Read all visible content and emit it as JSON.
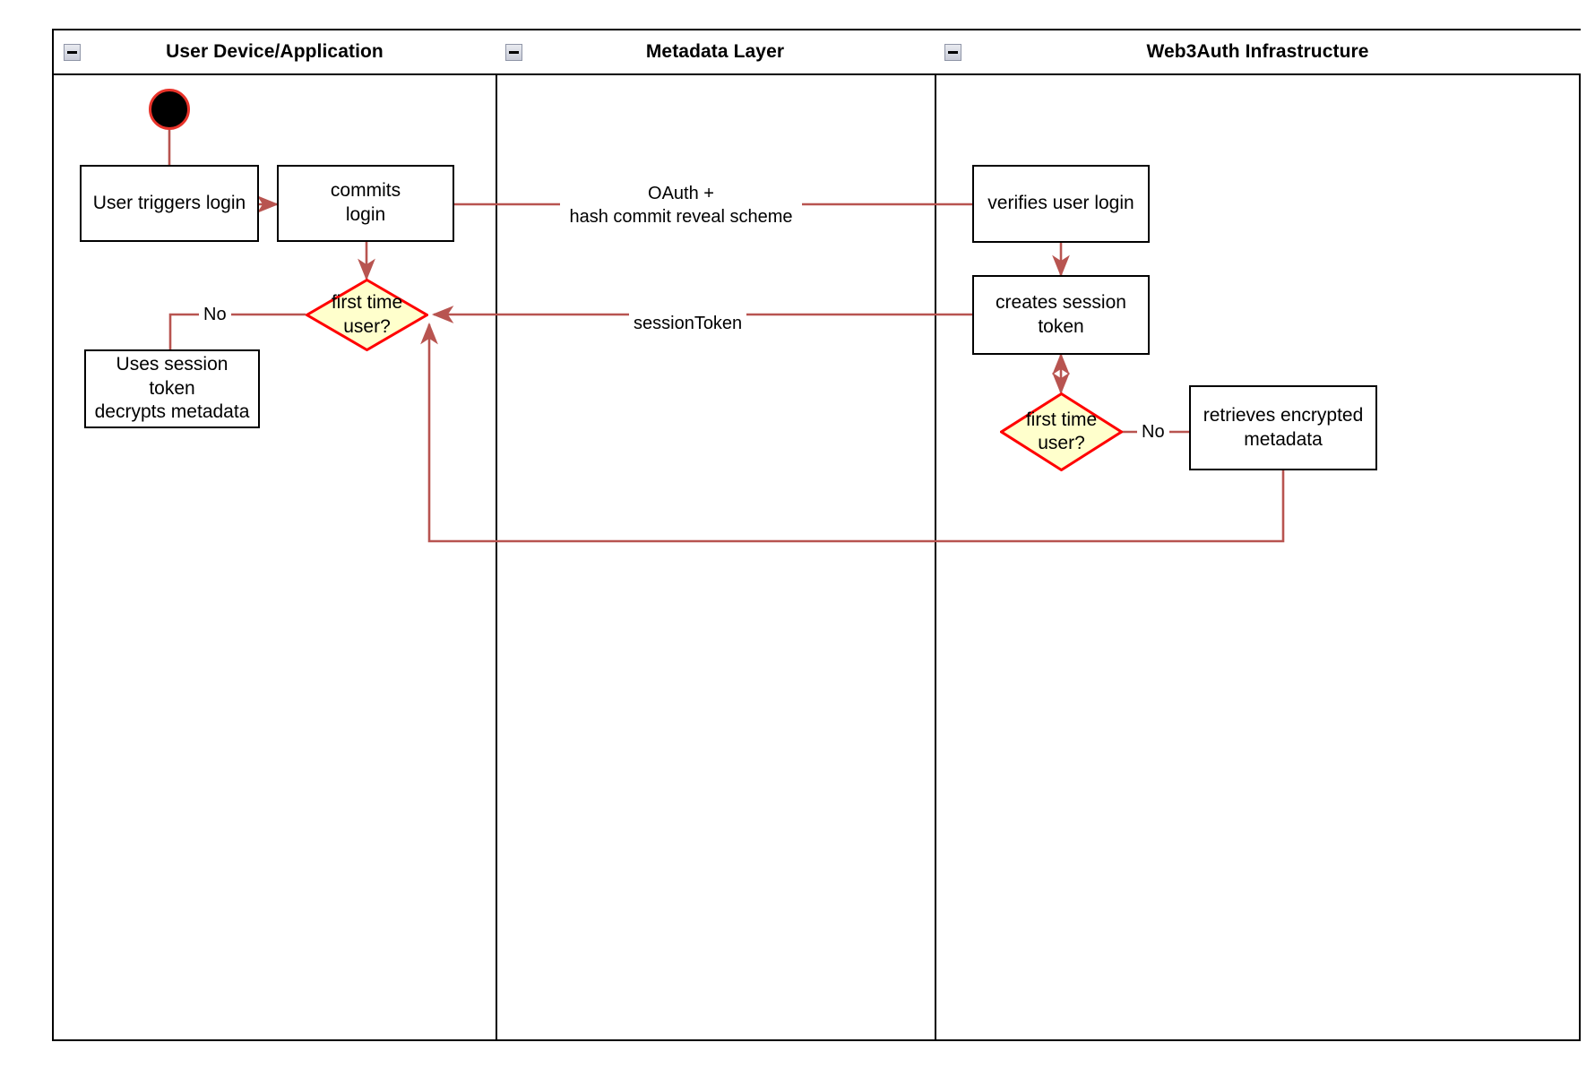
{
  "diagram": {
    "title": "Web3Auth login activity diagram",
    "type": "swimlane-activity-diagram",
    "colors": {
      "lane_border": "#000000",
      "node_border": "#000000",
      "node_fill": "#ffffff",
      "decision_fill": "#ffffcc",
      "decision_border": "#ff0000",
      "edge": "#b85450",
      "start_fill": "#000000",
      "start_border": "#e8332a",
      "text": "#000000"
    }
  },
  "lanes": [
    {
      "id": "lane-user",
      "title": "User Device/Application",
      "collapse_icon": "minus-icon"
    },
    {
      "id": "lane-metadata",
      "title": "Metadata Layer",
      "collapse_icon": "minus-icon"
    },
    {
      "id": "lane-web3auth",
      "title": "Web3Auth Infrastructure",
      "collapse_icon": "minus-icon"
    }
  ],
  "nodes": {
    "start": {
      "label": "",
      "shape": "initial-node",
      "lane": "lane-user"
    },
    "user_triggers_login": {
      "label": "User triggers login",
      "shape": "rectangle",
      "lane": "lane-user"
    },
    "commits_login": {
      "label": "commits\nlogin",
      "line1": "commits",
      "line2": "login",
      "shape": "rectangle",
      "lane": "lane-user"
    },
    "first_time_user_left": {
      "label": "first time\nuser?",
      "line1": "first time",
      "line2": "user?",
      "shape": "diamond",
      "lane": "lane-user"
    },
    "uses_session_token": {
      "label": "Uses session\ntoken\ndecrypts metadata",
      "line1": "Uses session",
      "line2": "token",
      "line3": "decrypts metadata",
      "shape": "rectangle",
      "lane": "lane-user"
    },
    "verifies_user_login": {
      "label": "verifies user login",
      "shape": "rectangle",
      "lane": "lane-web3auth"
    },
    "creates_session_token": {
      "label": "creates session\ntoken",
      "line1": "creates session",
      "line2": "token",
      "shape": "rectangle",
      "lane": "lane-web3auth"
    },
    "first_time_user_right": {
      "label": "first time\nuser?",
      "line1": "first time",
      "line2": "user?",
      "shape": "diamond",
      "lane": "lane-web3auth"
    },
    "retrieves_encrypted_metadata": {
      "label": "retrieves encrypted\nmetadata",
      "line1": "retrieves encrypted",
      "line2": "metadata",
      "shape": "rectangle",
      "lane": "lane-web3auth"
    }
  },
  "edges": [
    {
      "id": "edge-start-to-trigger",
      "from": "start",
      "to": "user_triggers_login",
      "label": ""
    },
    {
      "id": "edge-trigger-to-commits",
      "from": "user_triggers_login",
      "to": "commits_login",
      "label": ""
    },
    {
      "id": "edge-commits-to-verifies",
      "from": "commits_login",
      "to": "verifies_user_login",
      "label": "OAuth +\nhash commit reveal scheme",
      "line1": "OAuth +",
      "line2": "hash commit reveal scheme"
    },
    {
      "id": "edge-commits-to-decision",
      "from": "commits_login",
      "to": "first_time_user_left",
      "label": ""
    },
    {
      "id": "edge-decision-no-left",
      "from": "first_time_user_left",
      "to": "uses_session_token",
      "label": "No"
    },
    {
      "id": "edge-verifies-to-creates",
      "from": "verifies_user_login",
      "to": "creates_session_token",
      "label": ""
    },
    {
      "id": "edge-creates-to-decision-left",
      "from": "creates_session_token",
      "to": "first_time_user_left",
      "label": "sessionToken"
    },
    {
      "id": "edge-creates-to-decision-right",
      "from": "creates_session_token",
      "to": "first_time_user_right",
      "label": "",
      "bidirectional": true
    },
    {
      "id": "edge-decision-right-no",
      "from": "first_time_user_right",
      "to": "retrieves_encrypted_metadata",
      "label": "No"
    },
    {
      "id": "edge-retrieves-return",
      "from": "retrieves_encrypted_metadata",
      "to": "first_time_user_left",
      "label": ""
    }
  ],
  "edge_labels": {
    "oauth_line1": "OAuth +",
    "oauth_line2": "hash commit reveal scheme",
    "session_token": "sessionToken",
    "no_left": "No",
    "no_right": "No"
  }
}
